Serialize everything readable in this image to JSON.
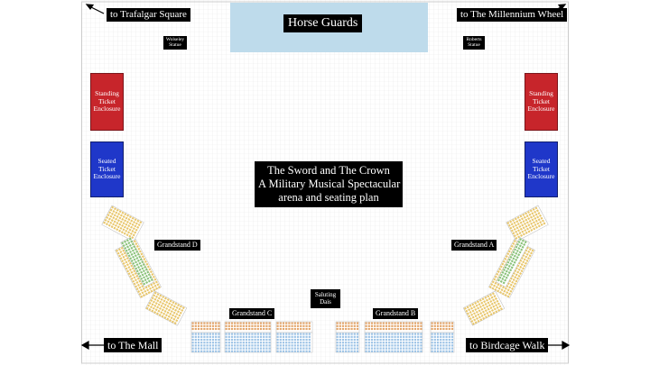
{
  "title_block": {
    "line1": "The Sword and The Crown",
    "line2": "A Military Musical Spectacular",
    "line3": "arena and seating plan"
  },
  "horse_guards": "Horse Guards",
  "directions": {
    "top_left": "to Trafalgar Square",
    "top_right": "to The Millennium Wheel",
    "bottom_left": "to The Mall",
    "bottom_right": "to Birdcage Walk"
  },
  "statues": {
    "wolseley": "Wolseley Statue",
    "roberts": "Roberts Statue"
  },
  "enclosures": {
    "standing": "Standing Ticket Enclosure",
    "seated": "Seated Ticket Enclosure"
  },
  "grandstands": {
    "a": "Grandstand A",
    "b": "Grandstand B",
    "c": "Grandstand C",
    "d": "Grandstand D"
  },
  "saluting_dais": "Saluting Dais",
  "colors": {
    "horse_guards_fill": "#bedbeb",
    "standing_enclosure": "#c7252b",
    "seated_enclosure": "#1f37c9",
    "seat_yellow": "#e8c66b",
    "seat_green": "#8ac27a",
    "seat_orange": "#e3a66b",
    "seat_blue": "#9cc3e6",
    "label_background": "#000000"
  }
}
